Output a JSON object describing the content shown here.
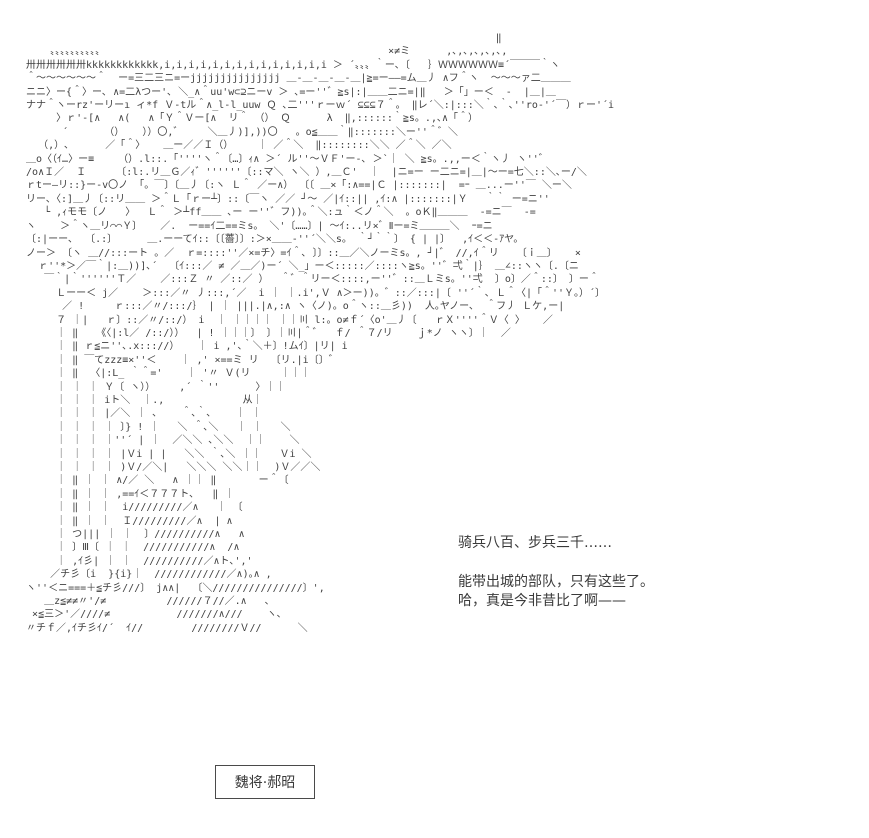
{
  "scene": {
    "type": "ascii-art-story-panel",
    "dialogue": {
      "line1": "骑兵八百、步兵三千……",
      "line2": "能带出城的部队，只有这些了。",
      "line3": "哈，真是今非昔比了啊——"
    },
    "name_box": {
      "label": "魏将·郝昭"
    },
    "colors": {
      "background": "#ffffff",
      "art": "#3f3f3f",
      "text": "#3a3a3a",
      "box_border": "#4a4a4a"
    }
  },
  "ascii_art": {
    "description": "ASCII-art general with war banners, armor and spear",
    "lines": [
      "                                                                                ‖",
      "      〟〟〟〟〟〟〟〟〟〟                                               ×≠ミ      ,､,､,､,､,､,",
      "  卅卅卅卅卅卅kkkkkkkkkkkk,i,i,i,i,i,i,i,i,i,i,i,i,i,i ＞ ´〟〟〟｀ー､〔   ｝ＷＷＷＷＷＷ≡´￣￣￣｀ヽ",
      "  ＾〜〜〜〜〜〜＾  ー=三二三ニ=ーjjjjjjjjjjjjjjj ＿-＿-＿-＿-＿|≧=ー――=ム＿丿 ∧フ＾ヽ  〜〜〜ァ二＿＿＿",
      "  ニニ〉ー{＾〉ー､ ∧=二λつー'､ ＼_∧＾uu'w⊂⊇ニーv ＞ ､=ー''゛≧s|:|＿＿二ニ=|‖   ＞「」ー＜  -  |＿|＿",
      "  ナナ＾ヽーrz'ーリーı ィ*f Ｖ-tル＾∧_l-l_uuw Ｑ ､二'''ｒーｗ´ ⊆⊆⊆７＾。 ‖レ´＼:|:::＼｀､｀､''ro-'´￣）ｒー'´i",
      "       〉ｒ'-[∧   ∧(   ∧「Ｙ＾Ｖー[∧  リ＾ （） Ｑ      λ  ‖,::::::｀≧s。.,､∧「＾）",
      "        ´      （）   ））〇,゛    ＼＿丿)],))〇   。o≦＿＿｀‖:::::::＼ー''＾゛＼",
      "    （,）､      ／「＾〉   ＿ー／／Ｉ（）    ｜ ／＾＼  ‖::::::::＼＼ ／＾＼ ／＼",
      "  ＿o〈（ｲ…〉ー≡    （）.l::.「''''ヽ＾〔…〕ｨ∧ ＞´ ル''〜ＶＦ'ー-､ ＞`｜ ＼ ≧s。.,,ー＜｀ヽ丿 ヽ''゛",
      "  /o∧Ｉ／  Ｉ     〔:l:.リ＿Ｇ／ｨ゛''''''〔::マ＼ ヽ＼ ）,＿Ｃ'  ｜  |ニ=ー ー二ニ=|＿|〜ー=七＼::＼､ー/＼",
      "  ｒtー―リ::}ー-v〇ノ 「。￣〕〔＿丿〔:ヽ Ｌ＾ ／ー∧） 〔〔 ＿×「:∧==|Ｃ |:::::::|  =ｰ ＿...ー''￣ ＼ー＼",
      "  リー､〈:]＿丿〔::リ＿＿ ＞＾Ｌ「ｒー┴〕::〔￣ヽ ／／ ┘〜 ／|ｲ::|| ,ｲ:∧ |:::::::|Ｙ   ｀｀ ー=ニ''",
      "     └ ,ｨモモ〔ノ   〉  Ｌ＾ ＞┴ff＿＿ ､ー ー''゛フ))｡＾＼:ュ｀＜ノ＾＼  。oＫ‖＿＿＿  -=ニ￣  -=",
      "  ヽ    ＞＾ヽ＿リ⌒⌒Ｙ〕   ／.  ー==ｲ二==ミs。 ＼'〔……〕| 〜ｲ:..リ×゛Ⅱー=ミ＿＿＿＼  ｰ=ニ",
      "  〔:|ーー､  〔.:〕     ＿.ーーてｲ::〔〔薔〕〕:＞×＿＿-''´＼＼s。 ｀┘｀｀〕 { | |〕  ,ｲ＜＜-ｱヤ。",
      "  ノー＞ 〔ヽ ＿//:::ート 。／  ｒ=::::''／×=チ〉=ｲ＾､ 〕〕::＿／＼ノーミs。, ┘|゛ //,ｲ＾リ   〔ｉ＿〕   ×",
      "    ｒ''*＞／￣｀|:＿))]､´  〔ｲ:::／ ≠ ／＿／)ー´ ＼_」ー＜:::::／::::ヽ≧s。''゛弌｀|｝ ＿∠::ヽヽ〔.〔ニ",
      "     ￣｀|｀''''''Ｔ／    ／:::Ｚ 〃 ／::／ ）  ＾゛＾リー＜::::,ー''゛::＿Ｌミs。''弌  〕o〕／＾::〕 〕ー＾",
      "       Ｌーー＜ j／    ＞:::／〃 丿:::,´／  i ｜ ｜.i',Ｖ ∧＞ー))。゛::／:::|〔 ''´｀､ Ｌ＾〈|「＾''Ｙ。）´〕",
      "        ／ !     ｒ:::／〃/:::/｝ | ｜ |||.|∧,:∧ ヽ〈ノ)。o＾ヽ::＿彡))  人｡ヤノー､  ＾フ丿 Ｌケ,ー|",
      "       ７ ｜|   ｒ〕::／〃/::/） i  ｜ ｜｜｜｜ ｜｜〣 l:。o≠ｆ´〈o'＿丿〔   ｒＸ''''＾Ｖ〈 〉   ／",
      "       ｜ ‖   《〈|:l／ /::/））  | ! ｜｜｜〕 〕｜〣|＾゛  ｆ/ ＾７/リ    ｊ*ノ ヽヽ〕｜  ／",
      "       ｜ ‖ ｒ≦ニ''､.x::://）   ｜ i ,'､｀＼＋〕!ムｲ〕|リ| i",
      "       ｜ ‖ ￣てzzz≡×''＜    ｜ ,' ×==ミ リ  〔リ.|i〔〕゛",
      "       ｜ ‖  〈|:L_ ｀＾='    ｜ '〃 Ｖ(リ     ｜｜｜",
      "       ｜ ｜ ｜ Ｙ〔 ヽ））    ,´ ｀''      〉｜｜",
      "       ｜ ｜ ｜ iト＼  ｜.,             从｜",
      "       ｜ ｜ ｜ |／＼ ｜ ､    ＾､｀､    ｜ ｜",
      "       ｜ ｜ ｜ ｜ 〕} ! ｜   ＼ ＾､＼   ｜ ｜   ＼",
      "       ｜ ｜ ｜ ｜''´ | ｜  ／＼＼ ､＼＼  ｜｜    ＼",
      "       ｜ ｜ ｜ ｜ |Ｖi | |   ＼＼ ｀､＼ ｜｜   Ｖi ＼",
      "       ｜ ｜ ｜ ｜ )Ｖ/／＼|   ＼＼＼ ＼＼｜｜  )Ｖ／／＼",
      "       ｜ ‖ ｜ ｜ ∧/／ ＼   ∧ ｜｜ ‖       ー＾〔",
      "       ｜ ‖ ｜ ｜ ,==ｲ＜７７７ト､   ‖ ｜",
      "       ｜ ‖ ｜ ｜  i/////////／∧   ｜ 〔",
      "       ｜ ‖ ｜ ｜  Ｉ/////////／∧  | ∧",
      "       ｜ つ||| ｜ ｜  〕//////////∧   ∧",
      "       ｜ 〕Ⅲ〔 ｜ ｜  ///////////∧  /∧",
      "       ｜ ,ｲ彡| ｜ ｜  //////////／∧ト､','",
      "      ／チ彡〔i  }{i}｜  ////////////／∧)｡∧ ,",
      "  ヽ''＜ニ===＋≦チ彡///〕 j∧∧|  〔＼///////////////〕',",
      "     ＿z≦≠≠〃'/≠          //////７//／.∧   ､",
      "   ×≦三＞'／////≠           ///////∧///    ヽ､",
      "  〃チｆ／,ｲチ彡ｲ/´  ｲ//        ////////Ｖ//      ＼"
    ]
  }
}
